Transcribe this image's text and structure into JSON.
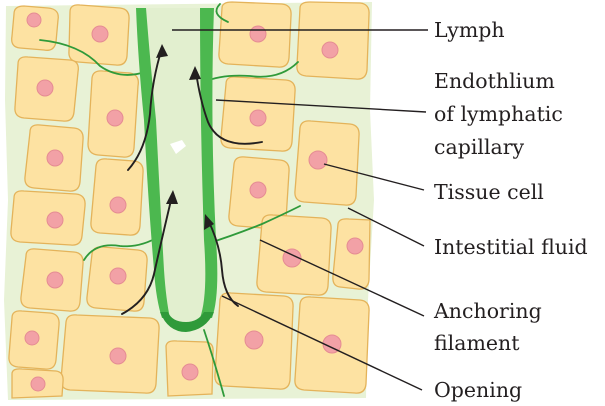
{
  "diagram": {
    "labels": {
      "lymph": "Lymph",
      "endothelium_line1": "Endothlium",
      "endothelium_line2": "of lymphatic",
      "endothelium_line3": "capillary",
      "tissue_cell": "Tissue cell",
      "interstitial_fluid": "Intestitial fluid",
      "anchoring_line1": "Anchoring",
      "anchoring_line2": "filament",
      "opening": "Opening"
    },
    "colors": {
      "interstitial_fluid": "#e8f2d6",
      "tissue_cell_fill": "#fde2a2",
      "tissue_cell_border": "#e4b35a",
      "nucleus": "#f2a1a6",
      "capillary_wall": "#4cb84f",
      "capillary_wall_dark": "#2f9a3a",
      "capillary_lumen": "#e2efcf",
      "text": "#231f20"
    }
  }
}
